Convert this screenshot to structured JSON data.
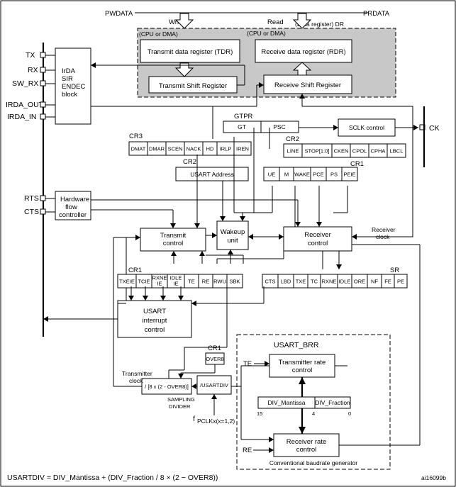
{
  "bus": {
    "pwdata": "PWDATA",
    "prdata": "PRDATA",
    "write": "Write",
    "read": "Read",
    "dr": "(Data register) DR",
    "cpu_dma_left": "(CPU or DMA)",
    "cpu_dma_right": "(CPU or DMA)"
  },
  "blocks": {
    "tdr": "Transmit data register (TDR)",
    "rdr": "Receive data register (RDR)",
    "tsr": "Transmit Shift Register",
    "rsr": "Receive Shift Register",
    "irda": [
      "IrDA",
      "SIR",
      "ENDEC",
      "block"
    ],
    "hwflow": [
      "Hardware",
      "flow",
      "controller"
    ],
    "gtpr": "GTPR",
    "gt": "GT",
    "psc": "PSC",
    "sclk": "SCLK control",
    "usart_address": "USART Address",
    "tx_ctrl": [
      "Transmit",
      "control"
    ],
    "wakeup": [
      "Wakeup",
      "unit"
    ],
    "rx_ctrl": [
      "Receiver",
      "control"
    ],
    "interrupt": [
      "USART",
      "interrupt",
      "control"
    ],
    "usart_brr": "USART_BRR",
    "tx_rate": [
      "Transmitter rate",
      "control"
    ],
    "rx_rate": [
      "Receiver rate",
      "control"
    ],
    "div_mantissa": "DIV_Mantissa",
    "div_fraction": "DIV_Fraction",
    "bit15": "15",
    "bit4": "4",
    "bit0": "0",
    "conv_gen": "Conventional baudrate generator",
    "sampling_div": "/ [8 x (2 - OVER8)]",
    "usartdiv": "/USARTDIV",
    "over8": "OVER8",
    "sampling_label": [
      "SAMPLING",
      "DIVIDER"
    ],
    "fpclk_main": "f",
    "fpclk_sub": "PCLKx(x=1,2)",
    "tx_clock": [
      "Transmitter",
      "clock"
    ],
    "rx_clock": [
      "Receiver",
      "clock"
    ],
    "te": "TE",
    "re": "RE"
  },
  "pins": {
    "tx": "TX",
    "rx": "RX",
    "sw_rx": "SW_RX",
    "irda_out": "IRDA_OUT",
    "irda_in": "IRDA_IN",
    "rts": "RTS",
    "cts": "CTS",
    "ck": "CK"
  },
  "registers": {
    "cr3_label": "CR3",
    "cr3": [
      "DMAT",
      "DMAR",
      "SCEN",
      "NACK",
      "HD",
      "IRLP",
      "IREN"
    ],
    "cr2_label_a": "CR2",
    "cr2_a": [
      "LINE",
      "STOP[1:0]",
      "CKEN",
      "CPOL",
      "CPHA",
      "LBCL"
    ],
    "cr2_label_b": "CR2",
    "cr1_label_a": "CR1",
    "cr1_a": [
      "UE",
      "M",
      "WAKE",
      "PCE",
      "PS",
      "PEIE"
    ],
    "cr1_label_b": "CR1",
    "cr1_b": [
      "TXEIE",
      "TCIE",
      "RXNE IE",
      "IDLE IE",
      "TE",
      "RE",
      "RWU",
      "SBK"
    ],
    "sr_label": "SR",
    "sr": [
      "CTS",
      "LBD",
      "TXE",
      "TC",
      "RXNE",
      "IDLE",
      "ORE",
      "NF",
      "FE",
      "PE"
    ],
    "cr1_label_c": "CR1"
  },
  "formula": "USARTDIV = DIV_Mantissa + (DIV_Fraction / 8 × (2 − OVER8))",
  "figure_id": "ai16099b"
}
